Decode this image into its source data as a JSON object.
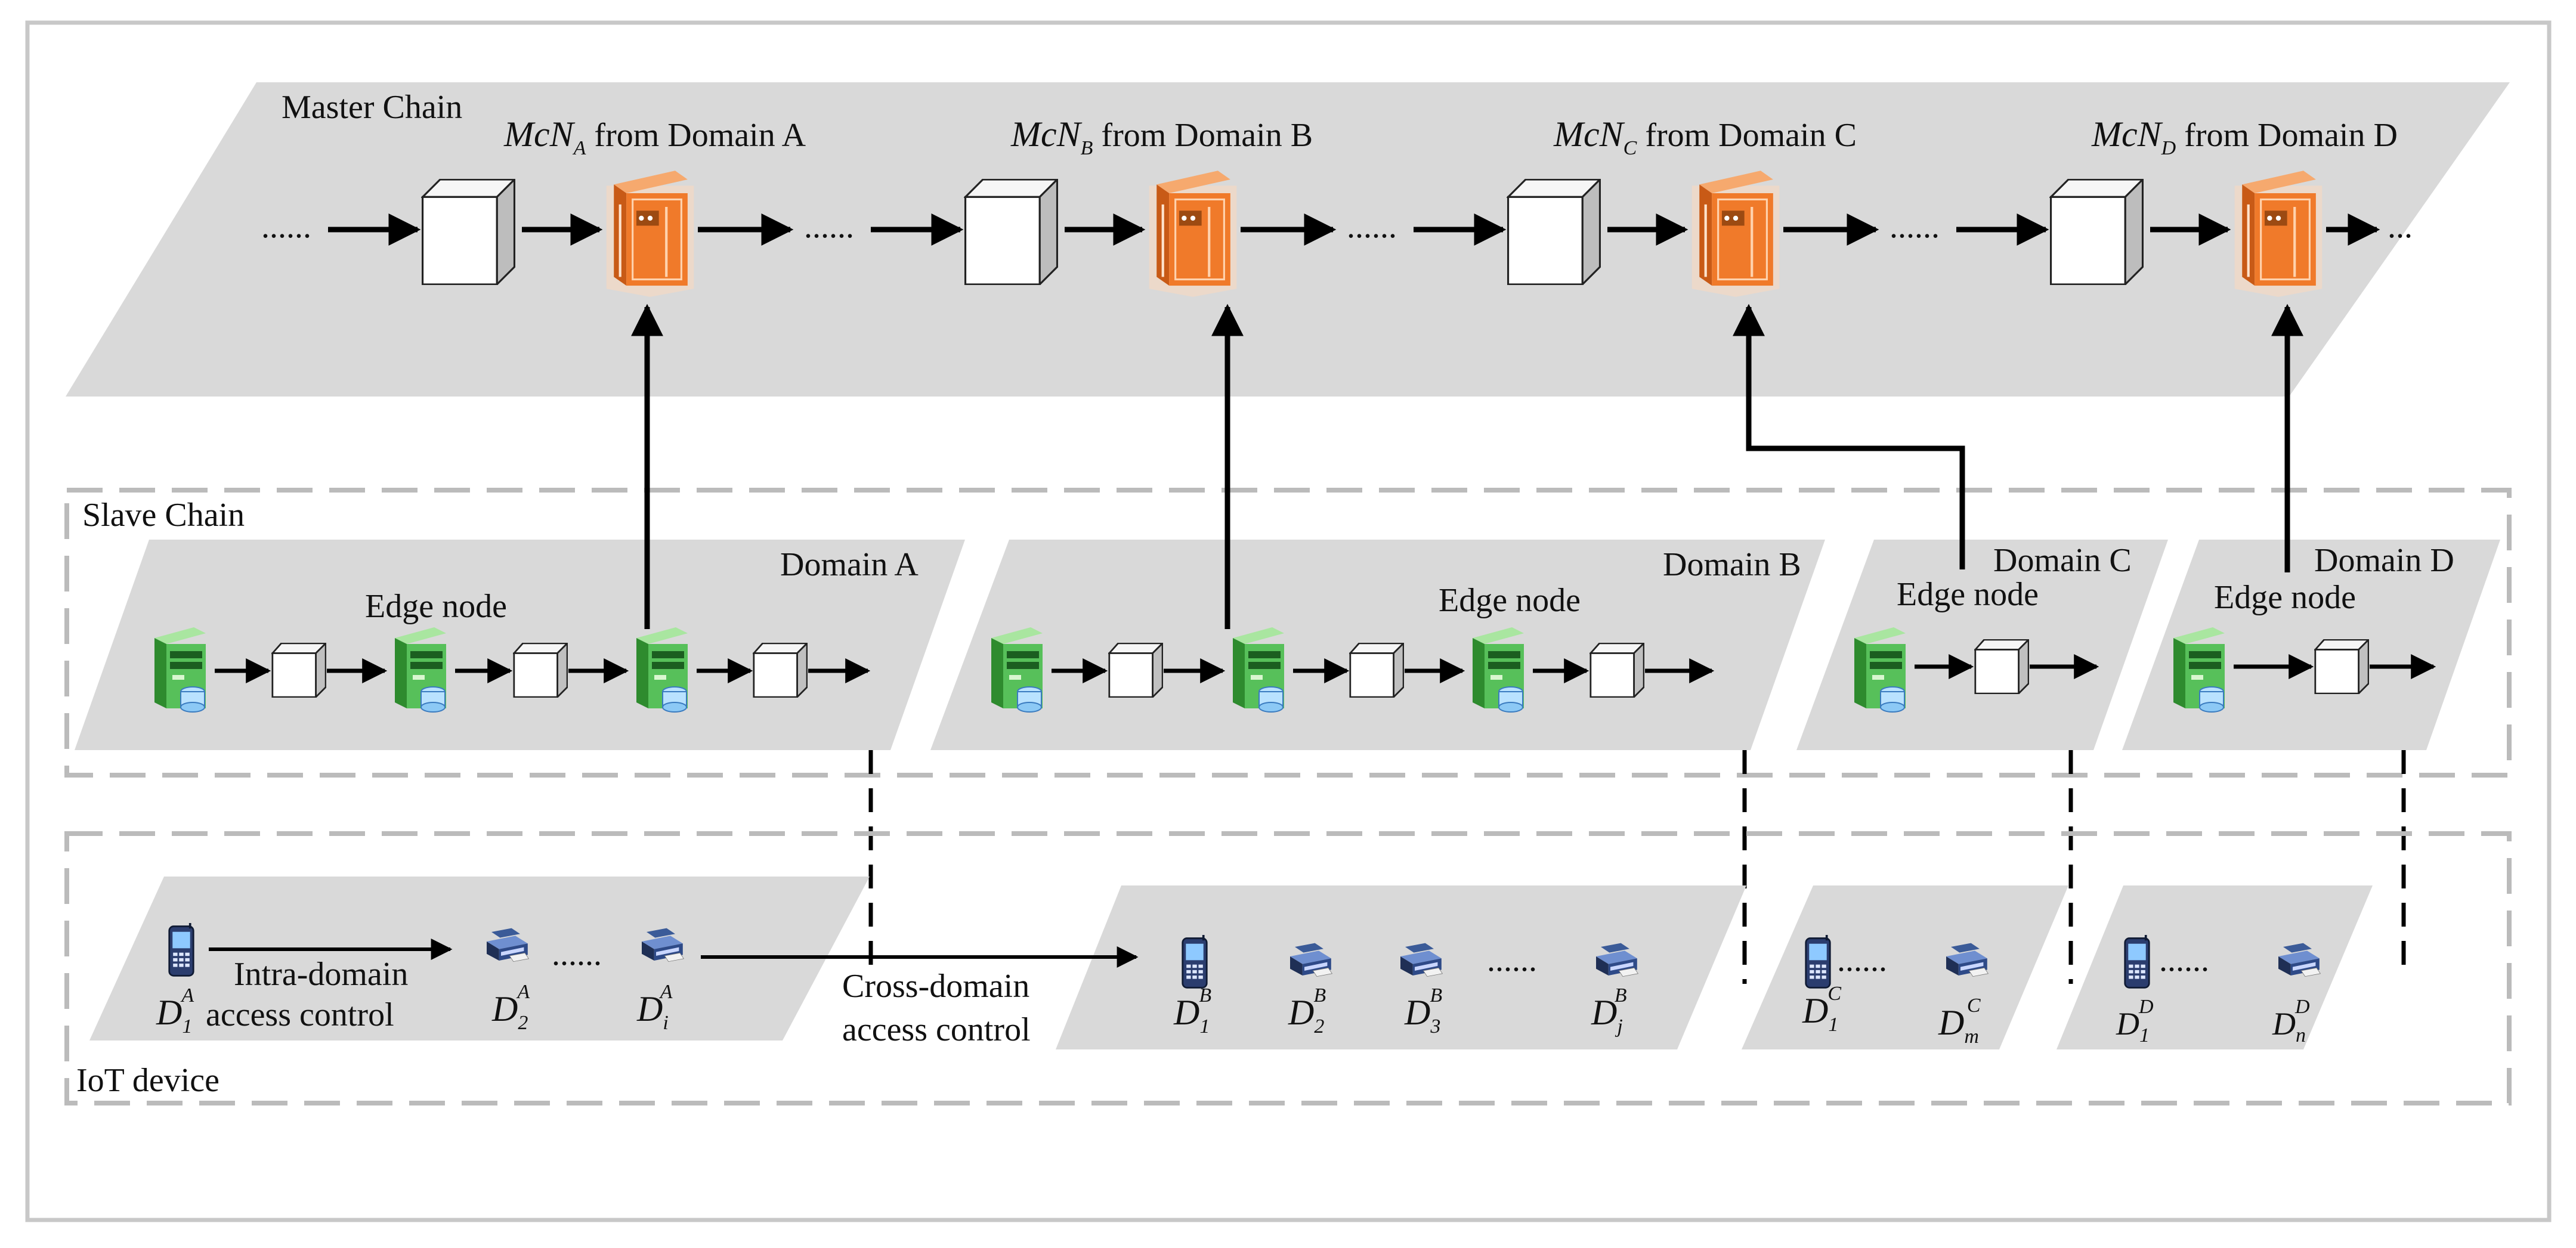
{
  "layers": {
    "master_chain": "Master Chain",
    "slave_chain": "Slave Chain",
    "iot_device": "IoT device"
  },
  "master_nodes": [
    {
      "math": "McN",
      "sub": "A",
      "text": " from Domain A"
    },
    {
      "math": "McN",
      "sub": "B",
      "text": " from Domain B"
    },
    {
      "math": "McN",
      "sub": "C",
      "text": " from Domain C"
    },
    {
      "math": "McN",
      "sub": "D",
      "text": " from Domain D"
    }
  ],
  "ellipsis_long": "......",
  "ellipsis_short": "...",
  "domains": [
    {
      "name": "Domain A",
      "edge_label": "Edge node"
    },
    {
      "name": "Domain B",
      "edge_label": "Edge node"
    },
    {
      "name": "Domain C",
      "edge_label": "Edge node"
    },
    {
      "name": "Domain D",
      "edge_label": "Edge node"
    }
  ],
  "devices": [
    {
      "base": "D",
      "sub": "1",
      "sup": "A"
    },
    {
      "base": "D",
      "sub": "2",
      "sup": "A"
    },
    {
      "base": "D",
      "sub": "i",
      "sup": "A"
    },
    {
      "base": "D",
      "sub": "1",
      "sup": "B"
    },
    {
      "base": "D",
      "sub": "2",
      "sup": "B"
    },
    {
      "base": "D",
      "sub": "3",
      "sup": "B"
    },
    {
      "base": "D",
      "sub": "j",
      "sup": "B"
    },
    {
      "base": "D",
      "sub": "1",
      "sup": "C"
    },
    {
      "base": "D",
      "sub": "m",
      "sup": "C"
    },
    {
      "base": "D",
      "sub": "1",
      "sup": "D"
    },
    {
      "base": "D",
      "sub": "n",
      "sup": "D"
    }
  ],
  "access": {
    "intra_line1": "Intra-domain",
    "intra_line2": "access control",
    "cross_line1": "Cross-domain",
    "cross_line2": "access control"
  },
  "colors": {
    "plane": "#d9d9d9",
    "orange_server": "#f07a2a",
    "green_server": "#4caf50",
    "dash": "#bbbbbb"
  }
}
